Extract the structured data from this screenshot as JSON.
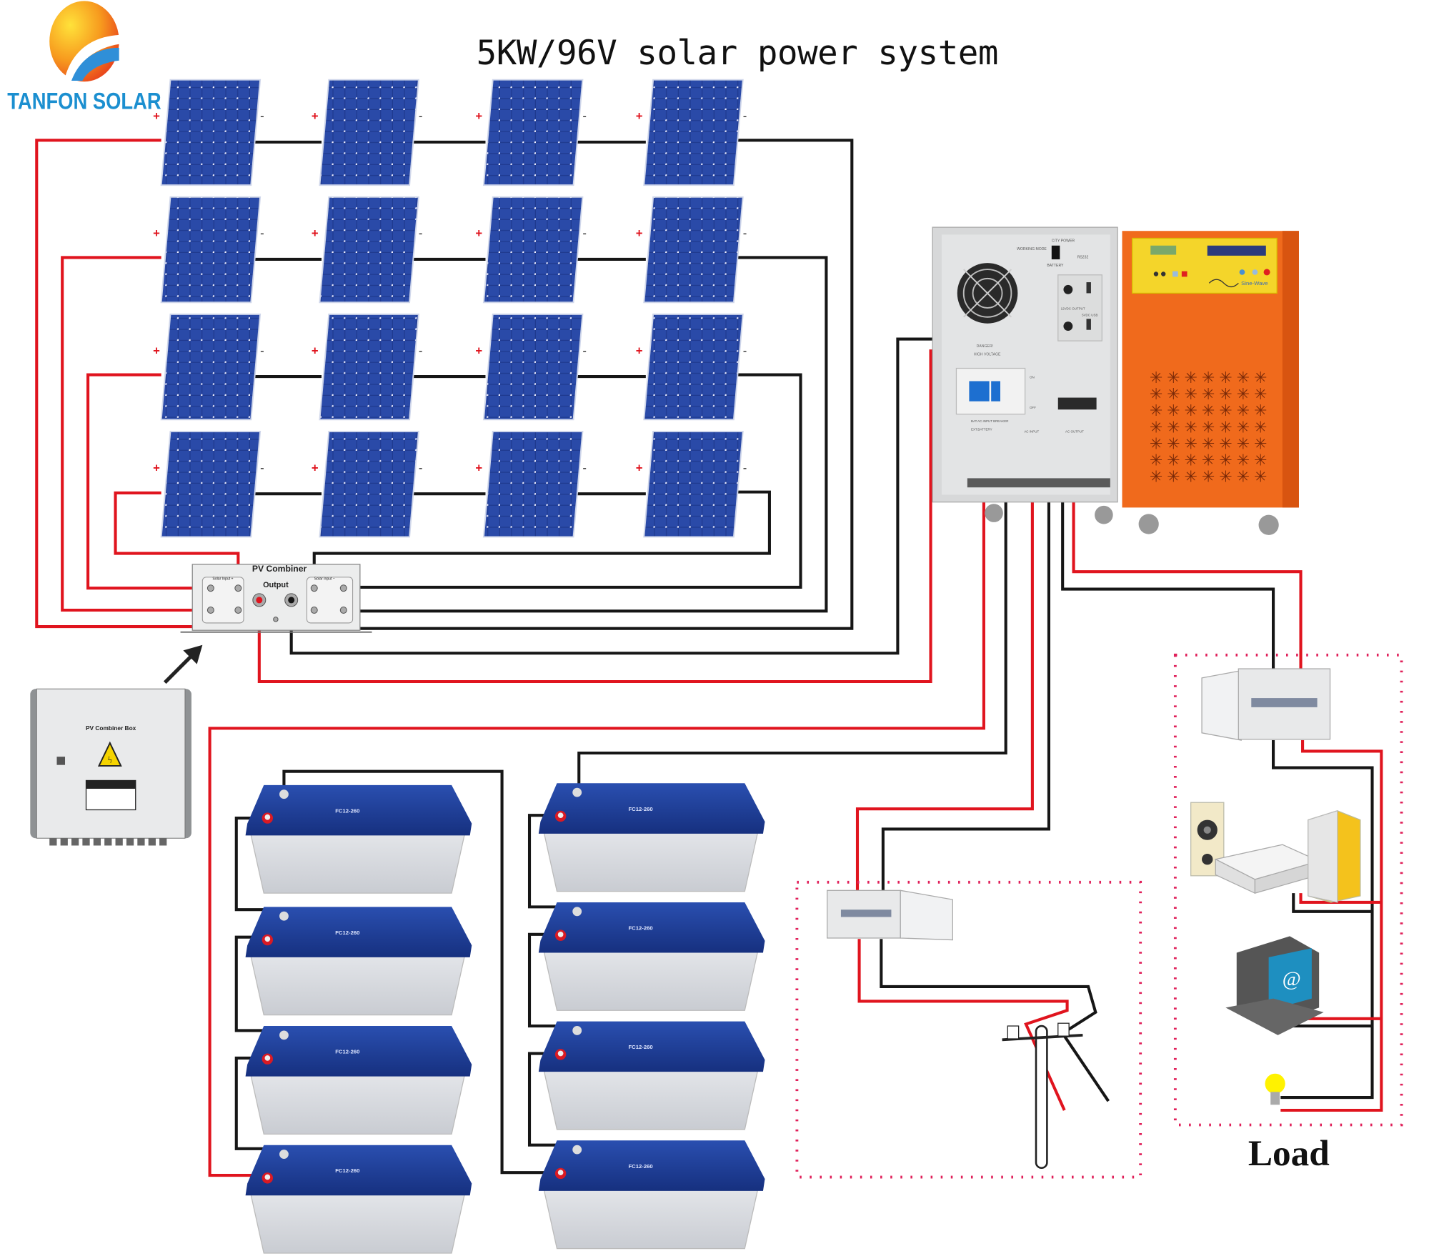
{
  "title": "5KW/96V solar power system",
  "logo": {
    "text": "TANFON SOLAR"
  },
  "panels": {
    "rows": 4,
    "cols": 4,
    "positive_label": "+",
    "negative_label": "-"
  },
  "pv_combiner": {
    "title": "PV Combiner",
    "output_label": "Output",
    "input_pos_label": "Solar Input +",
    "input_neg_label": "Solar Input −",
    "plus": "+",
    "minus": "−"
  },
  "combiner_box": {
    "label": "PV Combiner Box"
  },
  "inverter": {
    "city_power": "CITY POWER",
    "working_mode": "WORKING MODE",
    "battery": "BATTERY",
    "rs232": "RS232",
    "dc_output": "12VDC OUTPUT",
    "usb": "5VDC USB",
    "danger": "DANGER!",
    "high_voltage": "HIGH VOLTAGE",
    "breaker": "BAT.AC.INPUT BREAKER",
    "ext_battery": "EXT.BATTERY",
    "ac_input": "AC INPUT",
    "ac_output": "AC OUTPUT",
    "on": "ON",
    "off": "OFF",
    "sine_wave": "Sine-Wave"
  },
  "battery": {
    "model": "FC12-260",
    "count": 8
  },
  "load": {
    "label": "Load"
  },
  "colors": {
    "positive_wire": "#e0141e",
    "negative_wire": "#161616",
    "panel_blue": "#1f3a8f",
    "inverter_orange": "#f06a1c",
    "inverter_grey": "#dcdcdc",
    "battery_lid": "#1d3e9a",
    "logo_blue": "#1b8fd0",
    "dotted_border": "#e0205a"
  }
}
